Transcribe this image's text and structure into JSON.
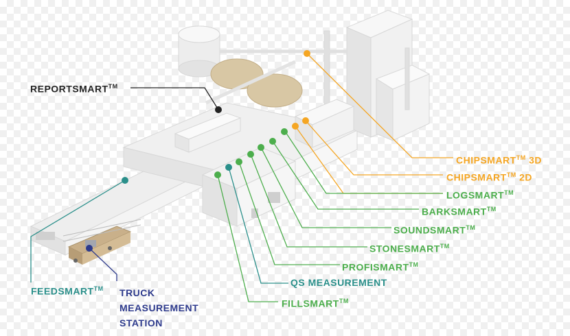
{
  "labels": {
    "reportsmart": "REPORTSMART",
    "chipsmart_3d": "CHIPSMART",
    "chipsmart_3d_suffix": "3D",
    "chipsmart_2d": "CHIPSMART",
    "chipsmart_2d_suffix": "2D",
    "logsmart": "LOGSMART",
    "barksmart": "BARKSMART",
    "soundsmart": "SOUNDSMART",
    "stonesmart": "STONESMART",
    "profismart": "PROFISMART",
    "qs_measurement": "QS MEASUREMENT",
    "fillsmart": "FILLSMART",
    "feedsmart": "FEEDSMART",
    "truck_line1": "TRUCK",
    "truck_line2": "MEASUREMENT",
    "truck_line3": "STATION",
    "tm": "TM"
  },
  "colors": {
    "orange": "#f5a623",
    "green": "#4cae4c",
    "teal": "#2a8f8a",
    "navy": "#2d3a8c",
    "dark": "#222222"
  }
}
